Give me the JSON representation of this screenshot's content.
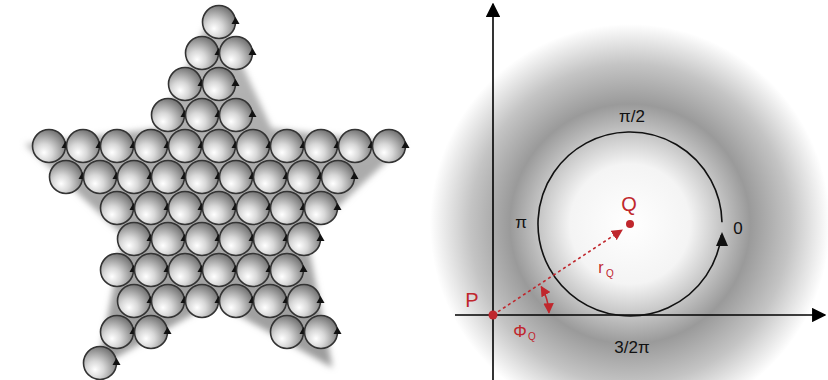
{
  "diagram": {
    "labels": [
      "π/2",
      "π",
      "0",
      "3/2π",
      "Q",
      "r",
      "Q",
      "Φ",
      "Q",
      "P"
    ]
  }
}
